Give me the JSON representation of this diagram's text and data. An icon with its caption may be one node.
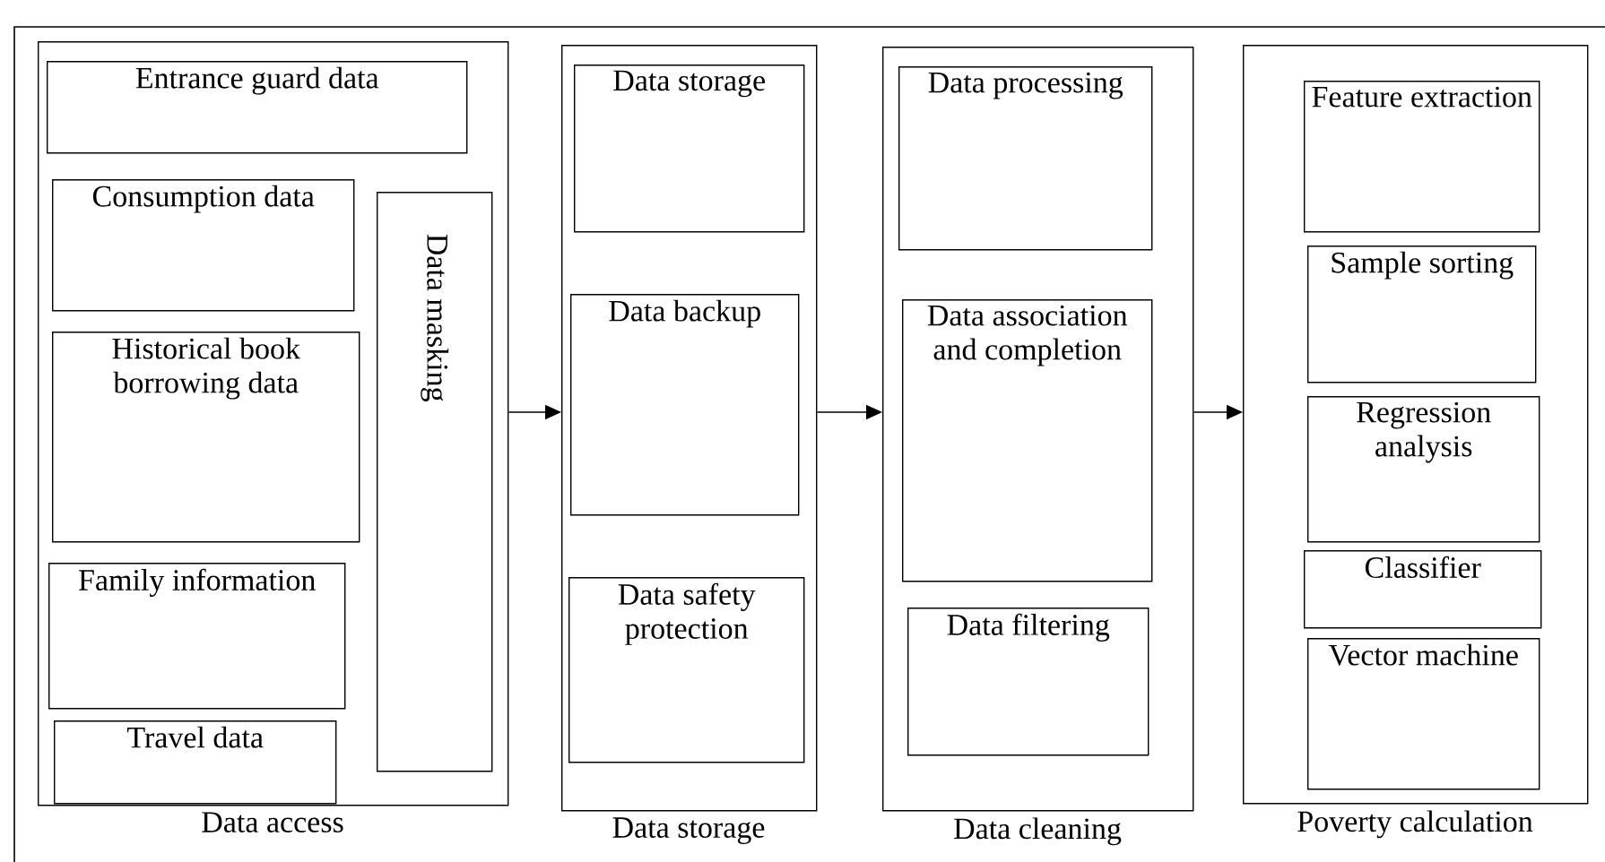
{
  "diagram": {
    "nodes": [
      {
        "text": [
          "Data access"
        ]
      },
      {
        "text": [
          "Entrance guard data"
        ],
        "in": 0
      },
      {
        "text": [
          "Consumption data"
        ],
        "in": 0
      },
      {
        "text": [
          "Historical book borrowing data"
        ],
        "in": 0
      },
      {
        "text": [
          "Family information"
        ],
        "in": 0
      },
      {
        "text": [
          "Travel data"
        ],
        "in": 0
      },
      {
        "text": [
          "Data masking"
        ],
        "in": 0
      },
      {
        "text": [
          "Data storage"
        ]
      },
      {
        "text": [
          "Data storage"
        ],
        "in": 7
      },
      {
        "text": [
          "Data backup"
        ],
        "in": 7
      },
      {
        "text": [
          "Data safety protection"
        ],
        "in": 7
      },
      {
        "text": [
          "Data cleaning"
        ]
      },
      {
        "text": [
          "Data processing"
        ],
        "in": 11
      },
      {
        "text": [
          "Data association and completion"
        ],
        "in": 11
      },
      {
        "text": [
          "Data filtering"
        ],
        "in": 11
      },
      {
        "text": [
          "Poverty calculation"
        ]
      },
      {
        "text": [
          "Feature extraction"
        ],
        "in": 15
      },
      {
        "text": [
          "Sample sorting"
        ],
        "in": 15
      },
      {
        "text": [
          "Regression analysis"
        ],
        "in": 15
      },
      {
        "text": [
          "Classifier"
        ],
        "in": 15
      },
      {
        "text": [
          "Vector machine"
        ],
        "in": 15
      }
    ],
    "edges": [
      {
        "from": 0,
        "to": 7,
        "arrow": "to"
      },
      {
        "from": 7,
        "to": 11,
        "arrow": "to"
      },
      {
        "from": 11,
        "to": 15,
        "arrow": "to"
      }
    ]
  }
}
